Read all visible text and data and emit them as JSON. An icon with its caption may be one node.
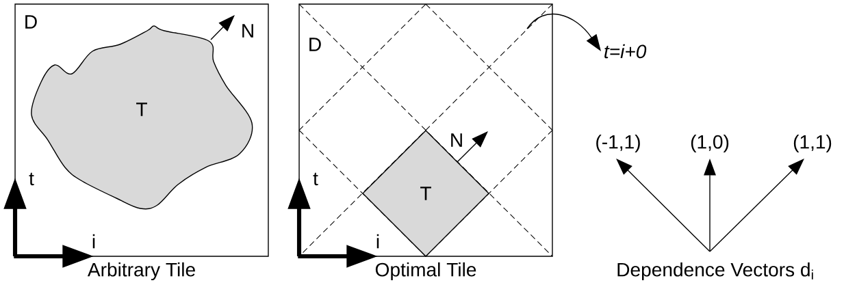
{
  "diagram": {
    "nodes": [
      {
        "text": [
          "D"
        ],
        "beside": [
          "Arbitrary Tile"
        ]
      },
      {
        "text": [
          "T"
        ],
        "in": 0
      },
      {
        "text": [
          "D"
        ],
        "beside": [
          "Optimal Tile"
        ]
      },
      {
        "text": [
          "T"
        ],
        "in": 2
      },
      {
        "text": [
          "t=i+0"
        ]
      }
    ],
    "edges": [
      {
        "from": null,
        "to": 4,
        "arrow": "to"
      }
    ],
    "labels": [
      "N",
      "t",
      "i",
      "N",
      "t",
      "i",
      "(-1,1)",
      "(1,0)",
      "(1,1)",
      "Dependence Vectors d$_{i}$"
    ]
  }
}
